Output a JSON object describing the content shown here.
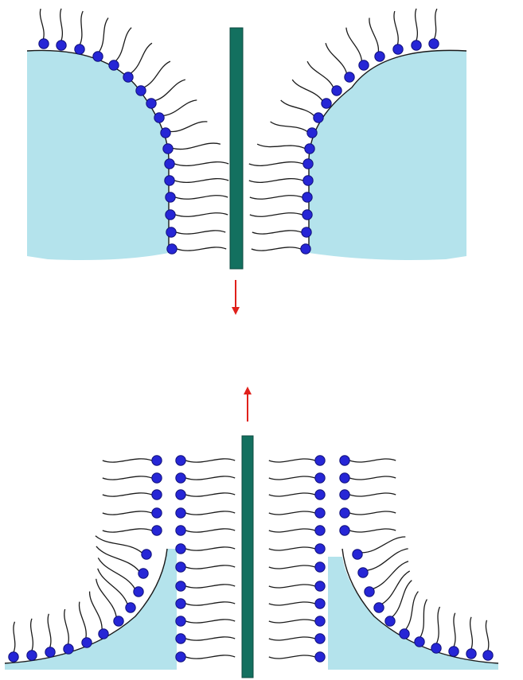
{
  "colors": {
    "water": "#b4e3ec",
    "plate": "#13705f",
    "plate_edge": "#0c4a3f",
    "head": "#2626d6",
    "head_edge": "#10107a",
    "tail": "#1a1a1a",
    "interface": "#1a1a1a",
    "arrow": "#e0201b"
  },
  "panels": [
    {
      "name": "top-panel",
      "description_free": true
    },
    {
      "name": "bottom-panel",
      "description_free": true
    }
  ],
  "arrows": [
    {
      "name": "down-arrow",
      "direction": "down"
    },
    {
      "name": "up-arrow",
      "direction": "up"
    }
  ]
}
